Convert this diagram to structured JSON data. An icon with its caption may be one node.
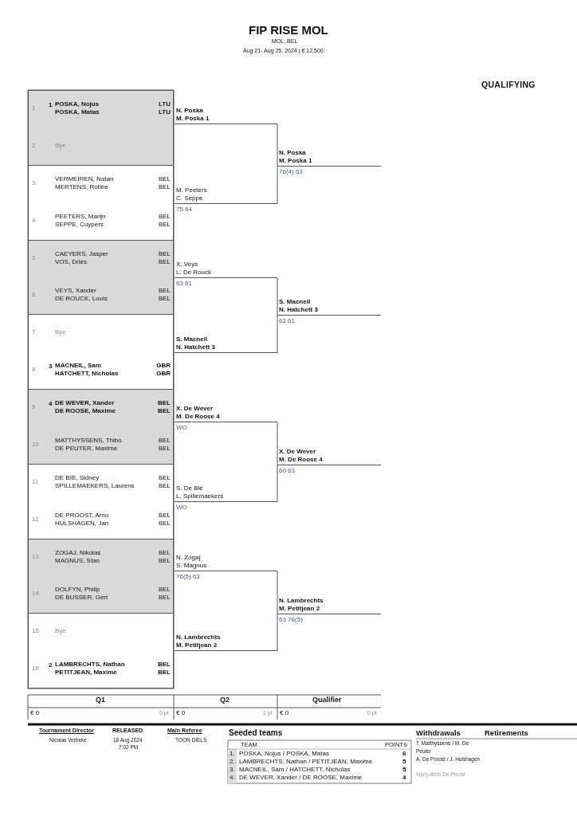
{
  "diagram": {
    "title": "FIP RISE MOL",
    "nodes": [
      {
        "text": [],
        "shape": "box"
      },
      {
        "text": [
          "1",
          "1",
          "POSKA, Nojus",
          "POSKA, Matas",
          "LTU",
          "LTU"
        ],
        "in": 0
      },
      {
        "text": [
          "2",
          "Bye"
        ],
        "in": 0
      },
      {
        "text": [],
        "shape": "box"
      },
      {
        "text": [
          "3",
          "VERMEIREN, Natan",
          "MERTENS, Robbe",
          "BEL",
          "BEL"
        ],
        "in": 3
      },
      {
        "text": [
          "4",
          "PEETERS, Marijn",
          "SEPPE, Cuypers",
          "BEL",
          "BEL"
        ],
        "in": 3
      },
      {
        "text": [],
        "shape": "box"
      },
      {
        "text": [
          "5",
          "CAEYERS, Jasper",
          "VOS, Dries",
          "BEL",
          "BEL"
        ],
        "in": 6
      },
      {
        "text": [
          "6",
          "VEYS, Xander",
          "DE ROUCK, Louis",
          "BEL",
          "BEL"
        ],
        "in": 6
      },
      {
        "text": [],
        "shape": "box"
      },
      {
        "text": [
          "7",
          "Bye"
        ],
        "in": 9
      },
      {
        "text": [
          "8",
          "3",
          "MACNEIL, Sam",
          "HATCHETT, Nicholas",
          "GBR",
          "GBR"
        ],
        "in": 9
      },
      {
        "text": [],
        "shape": "box"
      },
      {
        "text": [
          "9",
          "4",
          "DE WEVER, Xander",
          "DE ROOSE, Maxime",
          "BEL",
          "BEL"
        ],
        "in": 12
      },
      {
        "text": [
          "10",
          "MATTHYSSENS, Thibo",
          "DE PEUTER, Maxime",
          "BEL",
          "BEL"
        ],
        "in": 12
      },
      {
        "text": [],
        "shape": "box"
      },
      {
        "text": [
          "11",
          "DE BIE, Sidney",
          "SPILLEMAEKERS, Laurens",
          "BEL",
          "BEL"
        ],
        "in": 15
      },
      {
        "text": [
          "12",
          "DE PROOST, Arno",
          "HULSHAGEN, Jan",
          "BEL",
          "BEL"
        ],
        "in": 15
      },
      {
        "text": [],
        "shape": "box"
      },
      {
        "text": [
          "13",
          "ZOGAJ, Nikolas",
          "MAGNUS, Stan",
          "BEL",
          "BEL"
        ],
        "in": 18
      },
      {
        "text": [
          "14",
          "DOLFYN, Philip",
          "DE BUSSER, Gert",
          "BEL",
          "BEL"
        ],
        "in": 18
      },
      {
        "text": [],
        "shape": "box"
      },
      {
        "text": [
          "15",
          "Bye"
        ],
        "in": 21
      },
      {
        "text": [
          "16",
          "2",
          "LAMBRECHTS, Nathan",
          "PETITJEAN, Maxime",
          "BEL",
          "BEL"
        ],
        "in": 21
      },
      {
        "text": [
          "N. Poska",
          "M. Poska 1"
        ]
      },
      {
        "text": [
          "M. Peeters",
          "C. Seppe"
        ],
        "beside": [
          "75 64"
        ]
      },
      {
        "text": [
          "X. Veys",
          "L. De Rouck"
        ],
        "beside": [
          "63 61"
        ]
      },
      {
        "text": [
          "S. Macneil",
          "N. Hatchett 3"
        ]
      },
      {
        "text": [
          "X. De Wever",
          "M. De Roose 4"
        ],
        "beside": [
          "WO"
        ]
      },
      {
        "text": [
          "S. De Bie",
          "L. Spillemaekers"
        ],
        "beside": [
          "WO"
        ]
      },
      {
        "text": [
          "N. Zogaj",
          "S. Magnus"
        ],
        "beside": [
          "76(5) 63"
        ]
      },
      {
        "text": [
          "N. Lambrechts",
          "M. Petitjean 2"
        ]
      },
      {
        "text": [
          "N. Poska",
          "M. Poska 1"
        ],
        "beside": [
          "76(4) 63"
        ]
      },
      {
        "text": [
          "S. Macneil",
          "N. Hatchett 3"
        ],
        "beside": [
          "62 61"
        ]
      },
      {
        "text": [
          "X. De Wever",
          "M. De Roose 4"
        ],
        "beside": [
          "60 63"
        ]
      },
      {
        "text": [
          "N. Lambrechts",
          "M. Petitjean 2"
        ],
        "beside": [
          "63 76(5)"
        ]
      }
    ],
    "edges": [
      {
        "from": 24,
        "to": 32,
        "arrow": "none"
      },
      {
        "from": 25,
        "to": 32,
        "arrow": "none"
      },
      {
        "from": 26,
        "to": 33,
        "arrow": "none"
      },
      {
        "from": 27,
        "to": 33,
        "arrow": "none"
      },
      {
        "from": 28,
        "to": 34,
        "arrow": "none"
      },
      {
        "from": 29,
        "to": 34,
        "arrow": "none"
      },
      {
        "from": 30,
        "to": 35,
        "arrow": "none"
      },
      {
        "from": 31,
        "to": 35,
        "arrow": "none"
      }
    ],
    "labels": [
      "MOL, BEL",
      "Aug 21- Aug 25, 2024 | € 12,500",
      "QUALIFYING",
      "Q1",
      "Q2",
      "Qualifier",
      "€ 0",
      "0 pt",
      "€ 0",
      "1 pt",
      "€ 0",
      "0 pt",
      "Tournament Director",
      "Nicolas Verbeke",
      "RELEASED",
      "18 Aug 2024",
      "7:02 PM",
      "Main Referee",
      "TOON DIELS",
      "Seeded teams",
      "TEAM",
      "POINTS",
      "1.",
      "POSKA, Nojus / POSKA, Matas",
      "6",
      "2.",
      "LAMBRECHTS, Nathan / PETITJEAN, Maxime",
      "5",
      "3.",
      "MACNEIL, Sam / HATCHETT, Nicholas",
      "5",
      "4.",
      "DE WEVER, Xander / DE ROOSE, Maxime",
      "4",
      "Withdrawals",
      "T. Matthyssens / M. De Peuter",
      "A. De Proost / J. Hulshagen",
      "Injury Arno De Proost",
      "Retirements"
    ]
  }
}
